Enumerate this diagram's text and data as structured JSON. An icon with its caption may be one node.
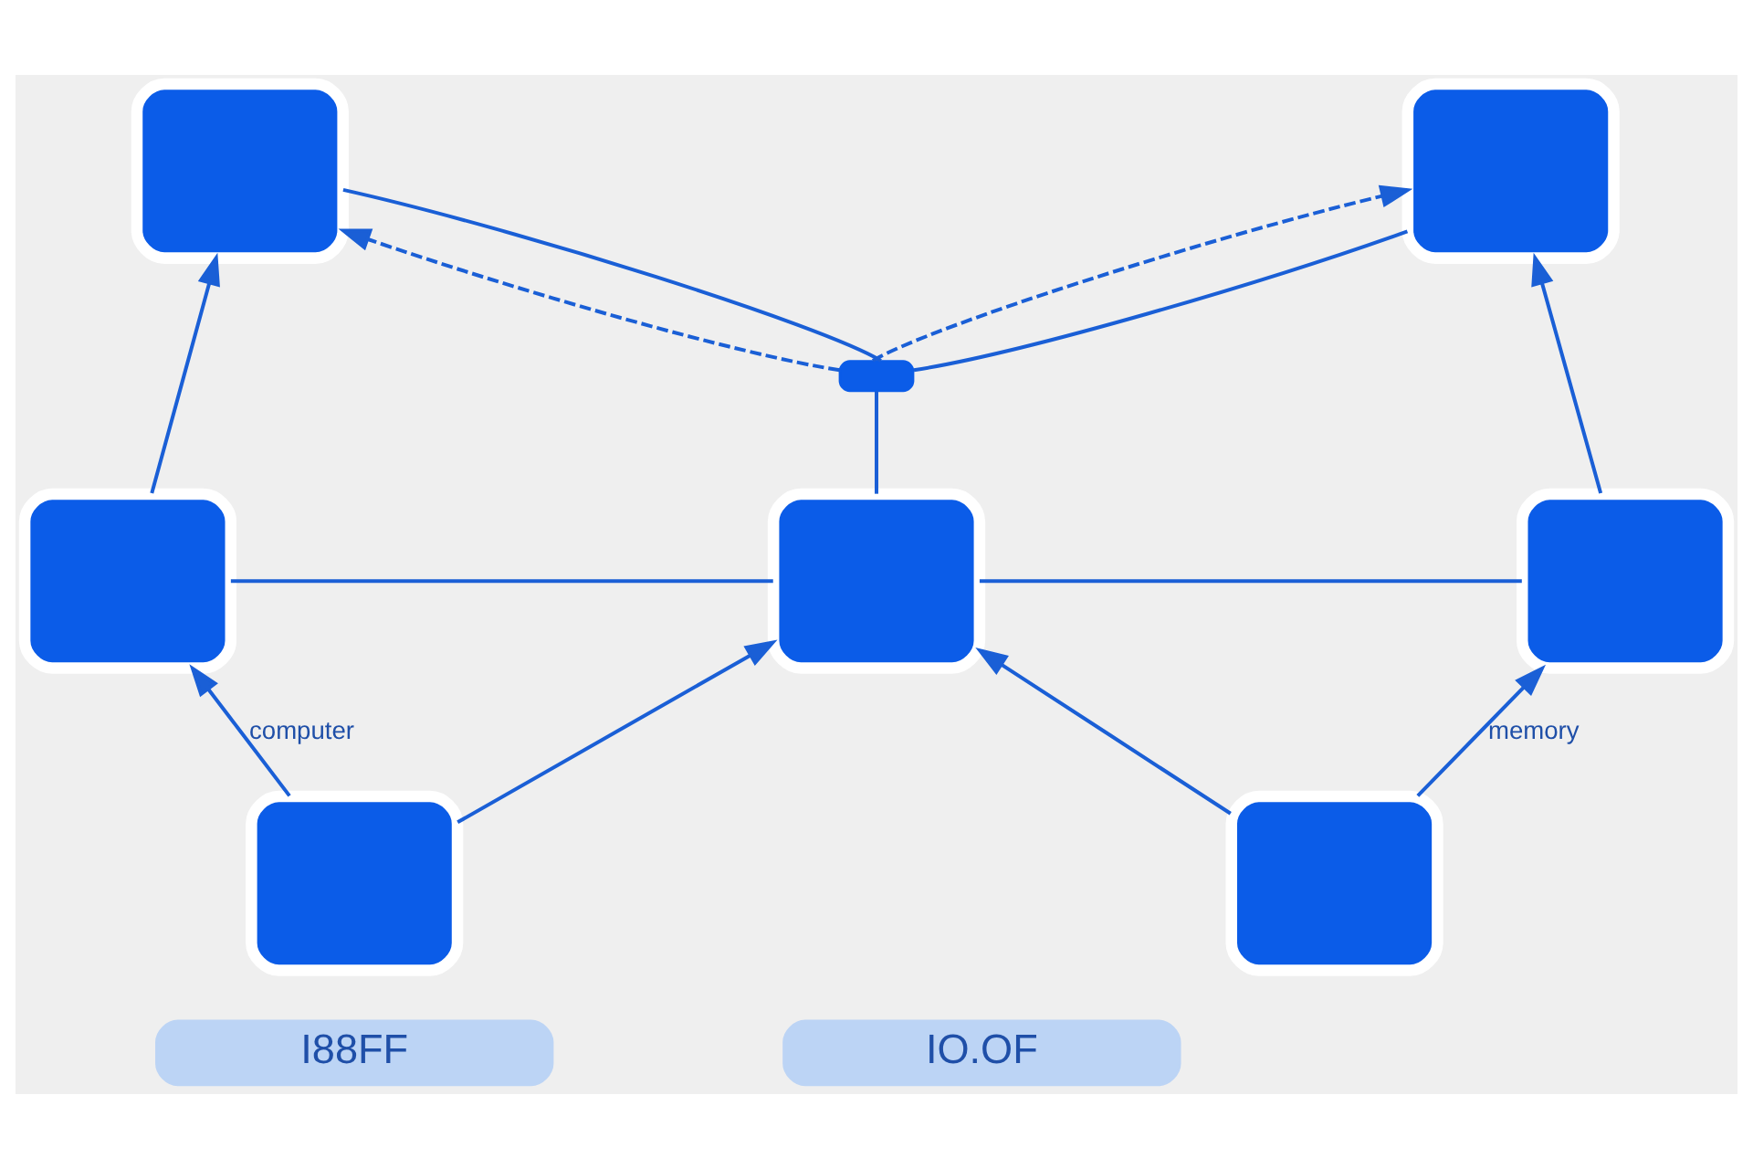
{
  "diagram": {
    "nodes": [
      {
        "text": [],
        "shape": "box"
      },
      {
        "text": [],
        "shape": "box"
      },
      {
        "text": [],
        "shape": "bar"
      },
      {
        "text": [],
        "shape": "box"
      },
      {
        "text": [],
        "shape": "box"
      },
      {
        "text": [],
        "shape": "box"
      },
      {
        "text": [],
        "shape": "box"
      },
      {
        "text": [],
        "shape": "box"
      },
      {
        "text": [
          "I88FF"
        ]
      },
      {
        "text": [
          "IO.OF"
        ]
      }
    ],
    "edges": [
      {
        "from": 2,
        "to": 0,
        "arrow": "to",
        "style": "dashed"
      },
      {
        "from": 2,
        "to": 1,
        "arrow": "to",
        "style": "dashed"
      },
      {
        "from": 0,
        "to": 2,
        "arrow": "none"
      },
      {
        "from": 1,
        "to": 2,
        "arrow": "none"
      },
      {
        "from": 3,
        "to": 0,
        "arrow": "to"
      },
      {
        "from": 5,
        "to": 1,
        "arrow": "to"
      },
      {
        "from": 3,
        "to": 4,
        "arrow": "none"
      },
      {
        "from": 4,
        "to": 5,
        "arrow": "none"
      },
      {
        "from": 4,
        "to": 2,
        "arrow": "none"
      },
      {
        "from": 6,
        "to": 3,
        "arrow": "to",
        "label": "computer"
      },
      {
        "from": 7,
        "to": 5,
        "arrow": "to",
        "label": "memory"
      },
      {
        "from": 6,
        "to": 4,
        "arrow": "to"
      },
      {
        "from": 7,
        "to": 4,
        "arrow": "to"
      }
    ]
  }
}
